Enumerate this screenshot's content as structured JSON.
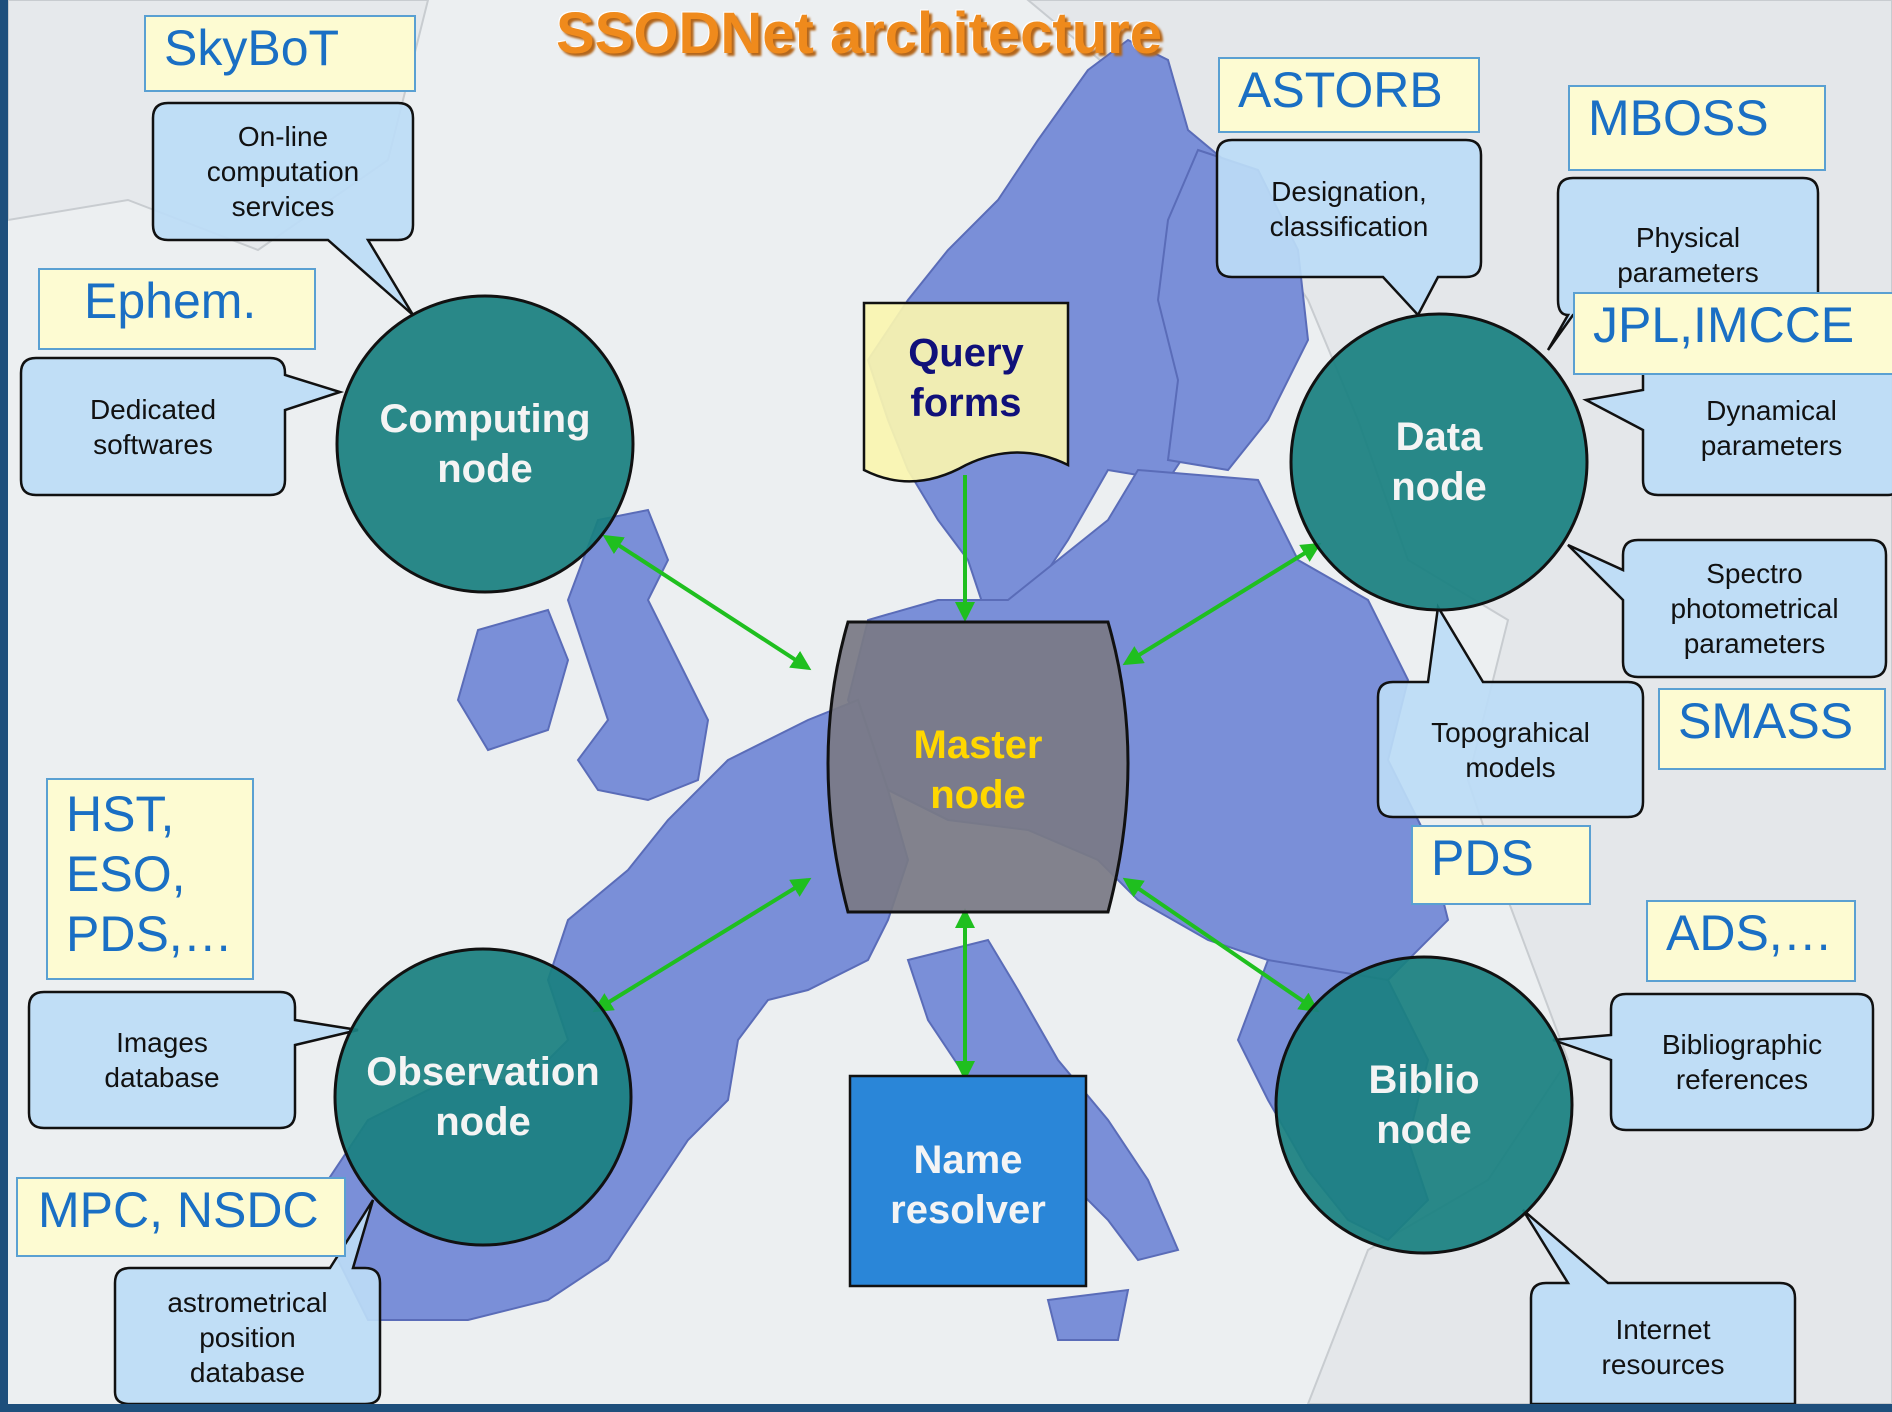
{
  "title": "SSODNet architecture",
  "colors": {
    "node_fill": "#1a8080",
    "master_fill": "#7a7a85",
    "master_text": "#ffd700",
    "resolver_fill": "#2a86d8",
    "query_fill": "#faf5b0",
    "query_text": "#10107a",
    "bubble_fill": "#bcdcf6",
    "tag_fill": "#fdfbd2",
    "tag_text": "#1a6fc4",
    "arrow": "#1fbf1f",
    "land": "#7a8fd8"
  },
  "nodes": {
    "computing": "Computing\nnode",
    "data": "Data\nnode",
    "observation": "Observation\nnode",
    "biblio": "Biblio\nnode",
    "master": "Master\nnode",
    "name_resolver": "Name\nresolver",
    "query_forms": "Query\nforms"
  },
  "bubbles": {
    "online": "On-line\ncomputation\nservices",
    "dedicated": "Dedicated\nsoftwares",
    "designation": "Designation,\nclassification",
    "physical": "Physical\nparameters",
    "dynamical": "Dynamical\nparameters",
    "spectro": "Spectro\nphotometrical\nparameters",
    "topographical": "Topograhical\nmodels",
    "images": "Images\ndatabase",
    "astrometrical": "astrometrical\nposition\ndatabase",
    "bibliographic": "Bibliographic\nreferences",
    "internet": "Internet\nresources"
  },
  "tags": {
    "skybot": "SkyBoT",
    "ephem": "Ephem.",
    "astorb": "ASTORB",
    "mboss": "MBOSS",
    "jpl": "JPL,IMCCE",
    "smass": "SMASS",
    "pds": "PDS",
    "ads": "ADS,…",
    "hst": "HST,\nESO,\nPDS,…",
    "mpc": "MPC, NSDC"
  }
}
